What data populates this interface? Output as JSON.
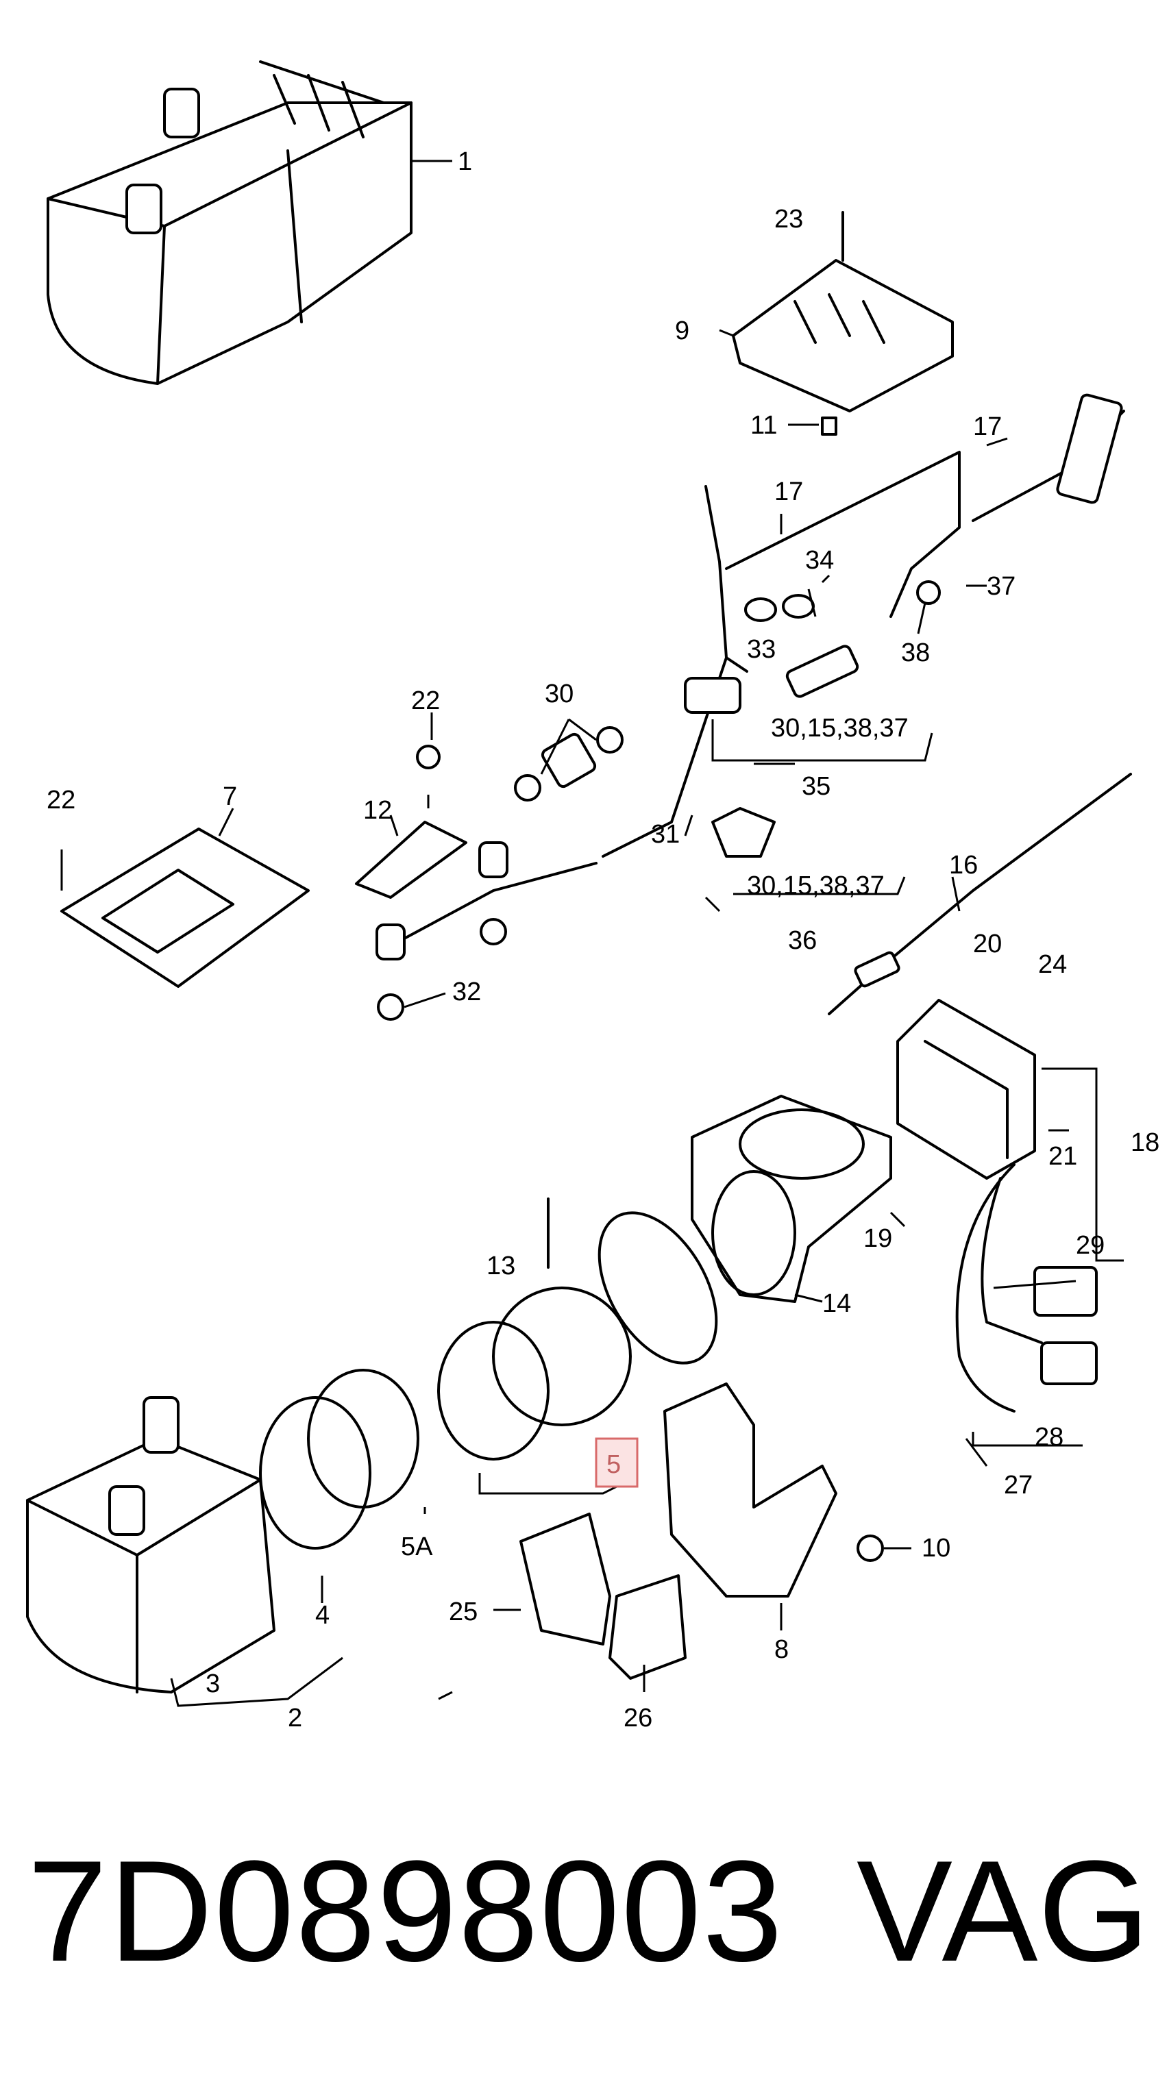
{
  "callouts": [
    "1",
    "2",
    "3",
    "4",
    "5",
    "5A",
    "7",
    "8",
    "9",
    "10",
    "11",
    "12",
    "13",
    "14",
    "16",
    "17",
    "17",
    "18",
    "19",
    "20",
    "21",
    "22",
    "22",
    "23",
    "24",
    "25",
    "26",
    "27",
    "28",
    "29",
    "30",
    "31",
    "32",
    "33",
    "34",
    "35",
    "36",
    "37",
    "38"
  ],
  "callout_groups": {
    "g35": "30,15,38,37",
    "g36": "30,15,38,37"
  },
  "highlight": "5",
  "footer": {
    "part_number": "7D0898003",
    "brand": "VAG"
  }
}
